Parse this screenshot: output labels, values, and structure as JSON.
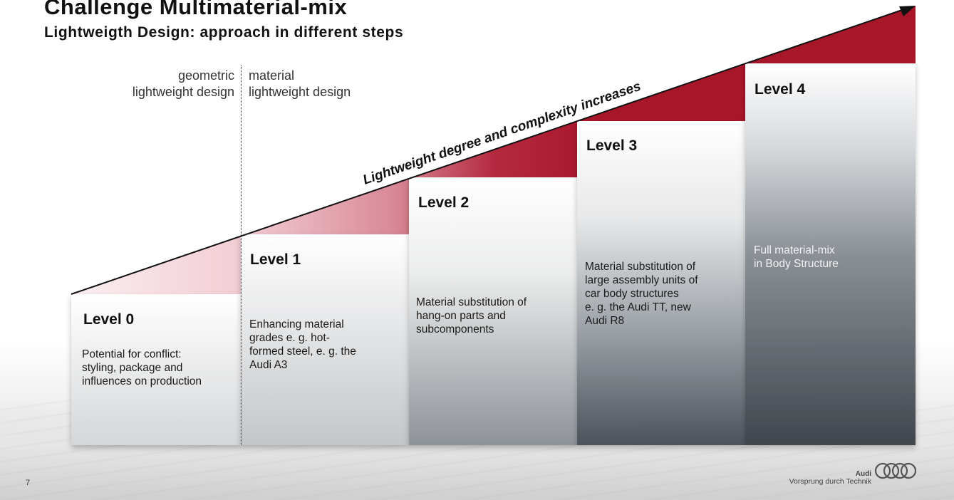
{
  "header": {
    "title": "Challenge Multimaterial-mix",
    "subtitle": "Lightweigth Design: approach in different steps"
  },
  "categories": {
    "geometric": [
      "geometric",
      "lightweight design"
    ],
    "material": [
      "material",
      "lightweight design"
    ]
  },
  "arrow_label": "Lightweight degree and complexity increases",
  "levels": [
    {
      "title": "Level 0",
      "desc": [
        "Potential for conflict:",
        "styling, package and",
        "influences on production"
      ]
    },
    {
      "title": "Level 1",
      "desc": [
        "Enhancing material",
        "grades e. g. hot-",
        "formed steel, e. g. the",
        "Audi A3"
      ]
    },
    {
      "title": "Level 2",
      "desc": [
        "Material substitution of",
        "hang-on parts and",
        "subcomponents"
      ]
    },
    {
      "title": "Level 3",
      "desc": [
        "Material substitution of",
        "large assembly units of",
        "car body structures",
        "e. g. the Audi TT, new",
        "Audi R8"
      ]
    },
    {
      "title": "Level 4",
      "desc": [
        "Full material-mix",
        "in Body Structure"
      ]
    }
  ],
  "footer": {
    "page_number": "7",
    "brand": "Audi",
    "slogan": "Vorsprung durch Technik"
  },
  "colors": {
    "accent_red": "#a8162a",
    "light_pink": "#f1cdd4",
    "dark_slate": "#434a52"
  },
  "icons": [
    "staircase-diagram",
    "diagonal-arrow-icon",
    "audi-rings-logo"
  ]
}
